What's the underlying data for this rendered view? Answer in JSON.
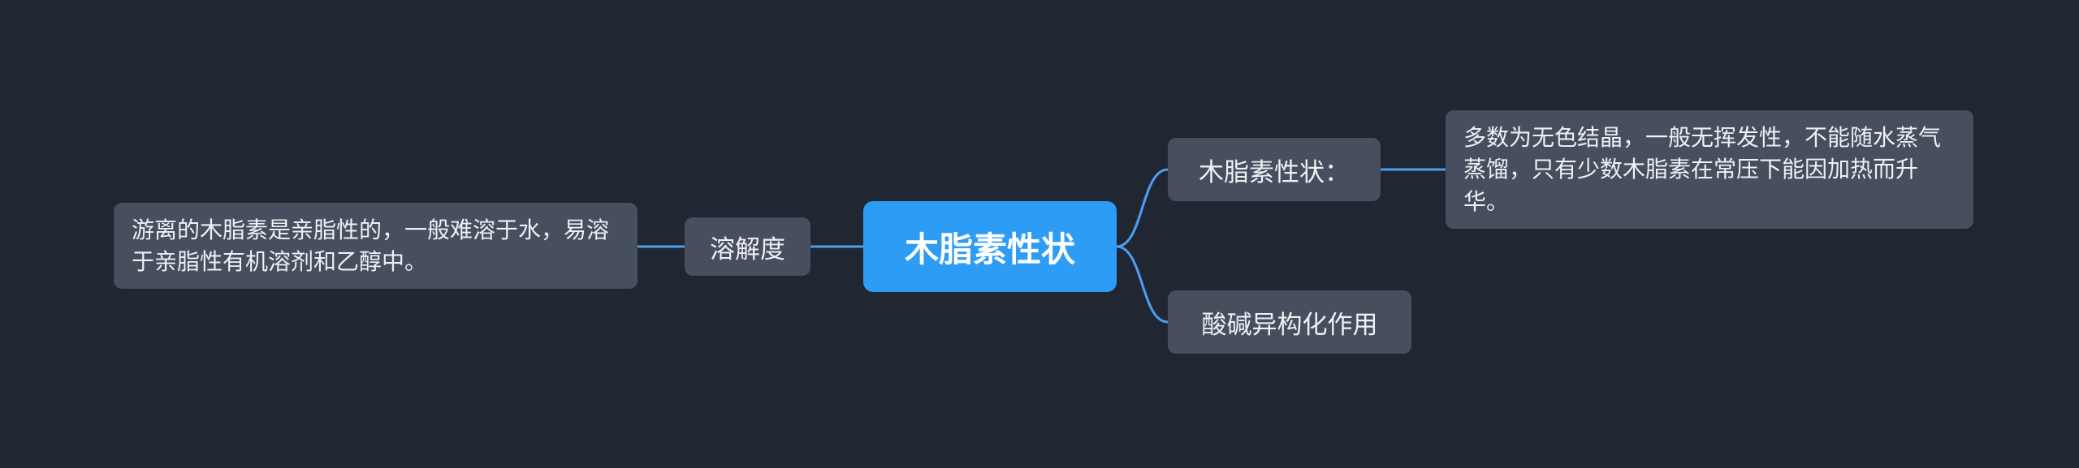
{
  "canvas": {
    "background_color": "#212633",
    "connector_color": "#4b9ef2",
    "node_gray_color": "#474e5d",
    "node_accent_color": "#2d9cf4"
  },
  "nodes": {
    "left_note": {
      "text": "游离的木脂素是亲脂性的，一般难溶于水，易溶于亲脂性有机溶剂和乙醇中。"
    },
    "solubility": {
      "label": "溶解度"
    },
    "center": {
      "label": "木脂素性状"
    },
    "properties": {
      "label": "木脂素性状："
    },
    "right_note": {
      "text": "多数为无色结晶，一般无挥发性，不能随水蒸气蒸馏，只有少数木脂素在常压下能因加热而升华。"
    },
    "isomerization": {
      "label": "酸碱异构化作用"
    }
  }
}
